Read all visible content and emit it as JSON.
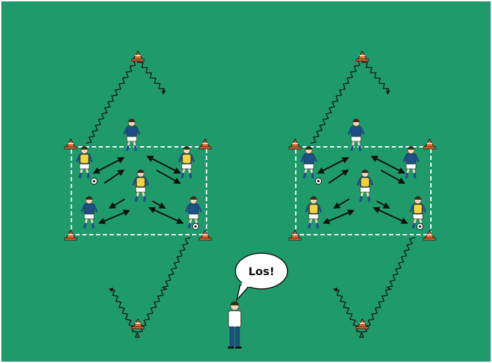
{
  "colors": {
    "field": "#1f9a6b",
    "border": "#ffffff",
    "jersey_blue": "#1e4f86",
    "jersey_yellow": "#f4d43c",
    "shorts": "#ffffff",
    "cone": "#e8682a",
    "arrow": "#111111",
    "coach_pants": "#1e4f86"
  },
  "speech_bubble": {
    "text": "Los!"
  },
  "drills": [
    {
      "name": "left-drill",
      "yellow_players": [
        "top-left",
        "top-right",
        "center-top"
      ]
    },
    {
      "name": "right-drill",
      "yellow_players": [
        "center-top",
        "bottom-left",
        "bottom-right"
      ]
    }
  ],
  "icons": {
    "cone": "cone-icon",
    "ball": "ball-icon",
    "player": "player-icon",
    "coach": "coach-icon"
  }
}
